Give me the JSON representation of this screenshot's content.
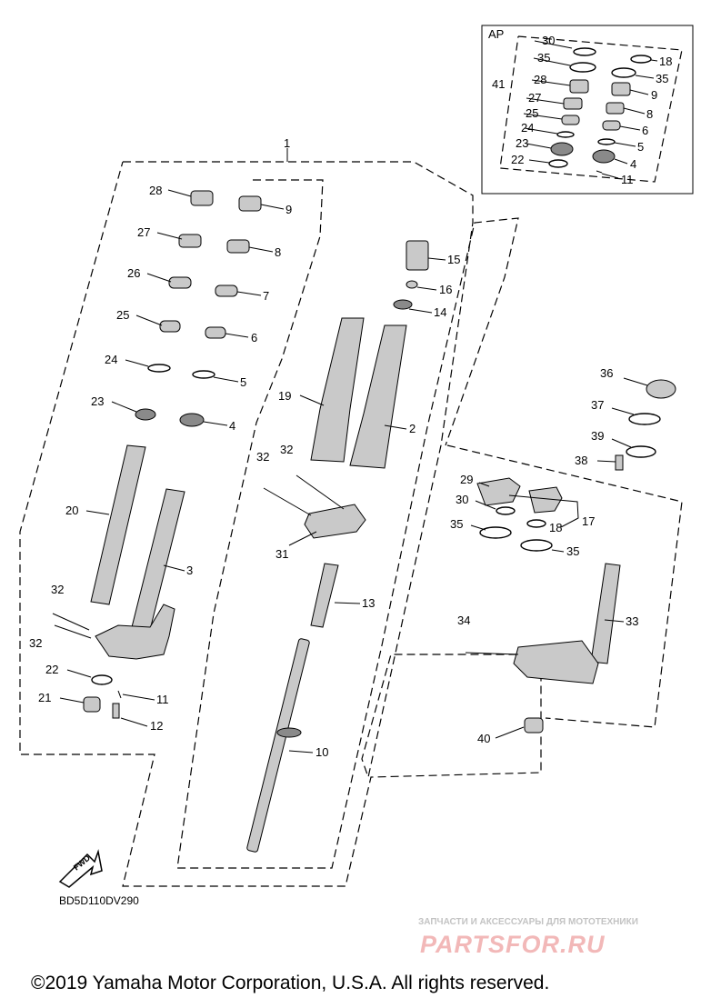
{
  "labels": {
    "p1": "1",
    "p2": "2",
    "p3": "3",
    "p4": "4",
    "p5": "5",
    "p6": "6",
    "p7": "7",
    "p8": "8",
    "p9": "9",
    "p10": "10",
    "p11": "11",
    "p12": "12",
    "p13": "13",
    "p14": "14",
    "p15": "15",
    "p16": "16",
    "p17": "17",
    "p18": "18",
    "p19": "19",
    "p20": "20",
    "p21": "21",
    "p22": "22",
    "p23": "23",
    "p24": "24",
    "p25": "25",
    "p26": "26",
    "p27": "27",
    "p28": "28",
    "p29": "29",
    "p30": "30",
    "p31": "31",
    "p32": "32",
    "p33": "33",
    "p34": "34",
    "p35": "35",
    "p36": "36",
    "p37": "37",
    "p38": "38",
    "p39": "39",
    "p40": "40",
    "p41": "41"
  },
  "ap_box": {
    "title": "AP",
    "left": [
      "30",
      "35",
      "28",
      "27",
      "25",
      "24",
      "23",
      "22"
    ],
    "right": [
      "18",
      "35",
      "9",
      "8",
      "6",
      "5",
      "4",
      "11"
    ],
    "group": "41"
  },
  "diagram_code": "BD5D110DV290",
  "fwd_arrow": "FWD",
  "watermark": {
    "sub": "ЗАПЧАСТИ И АКСЕССУАРЫ ДЛЯ МОТОТЕХНИКИ",
    "main": "PARTSFOR.RU"
  },
  "copyright": "©2019 Yamaha Motor Corporation, U.S.A. All rights reserved."
}
